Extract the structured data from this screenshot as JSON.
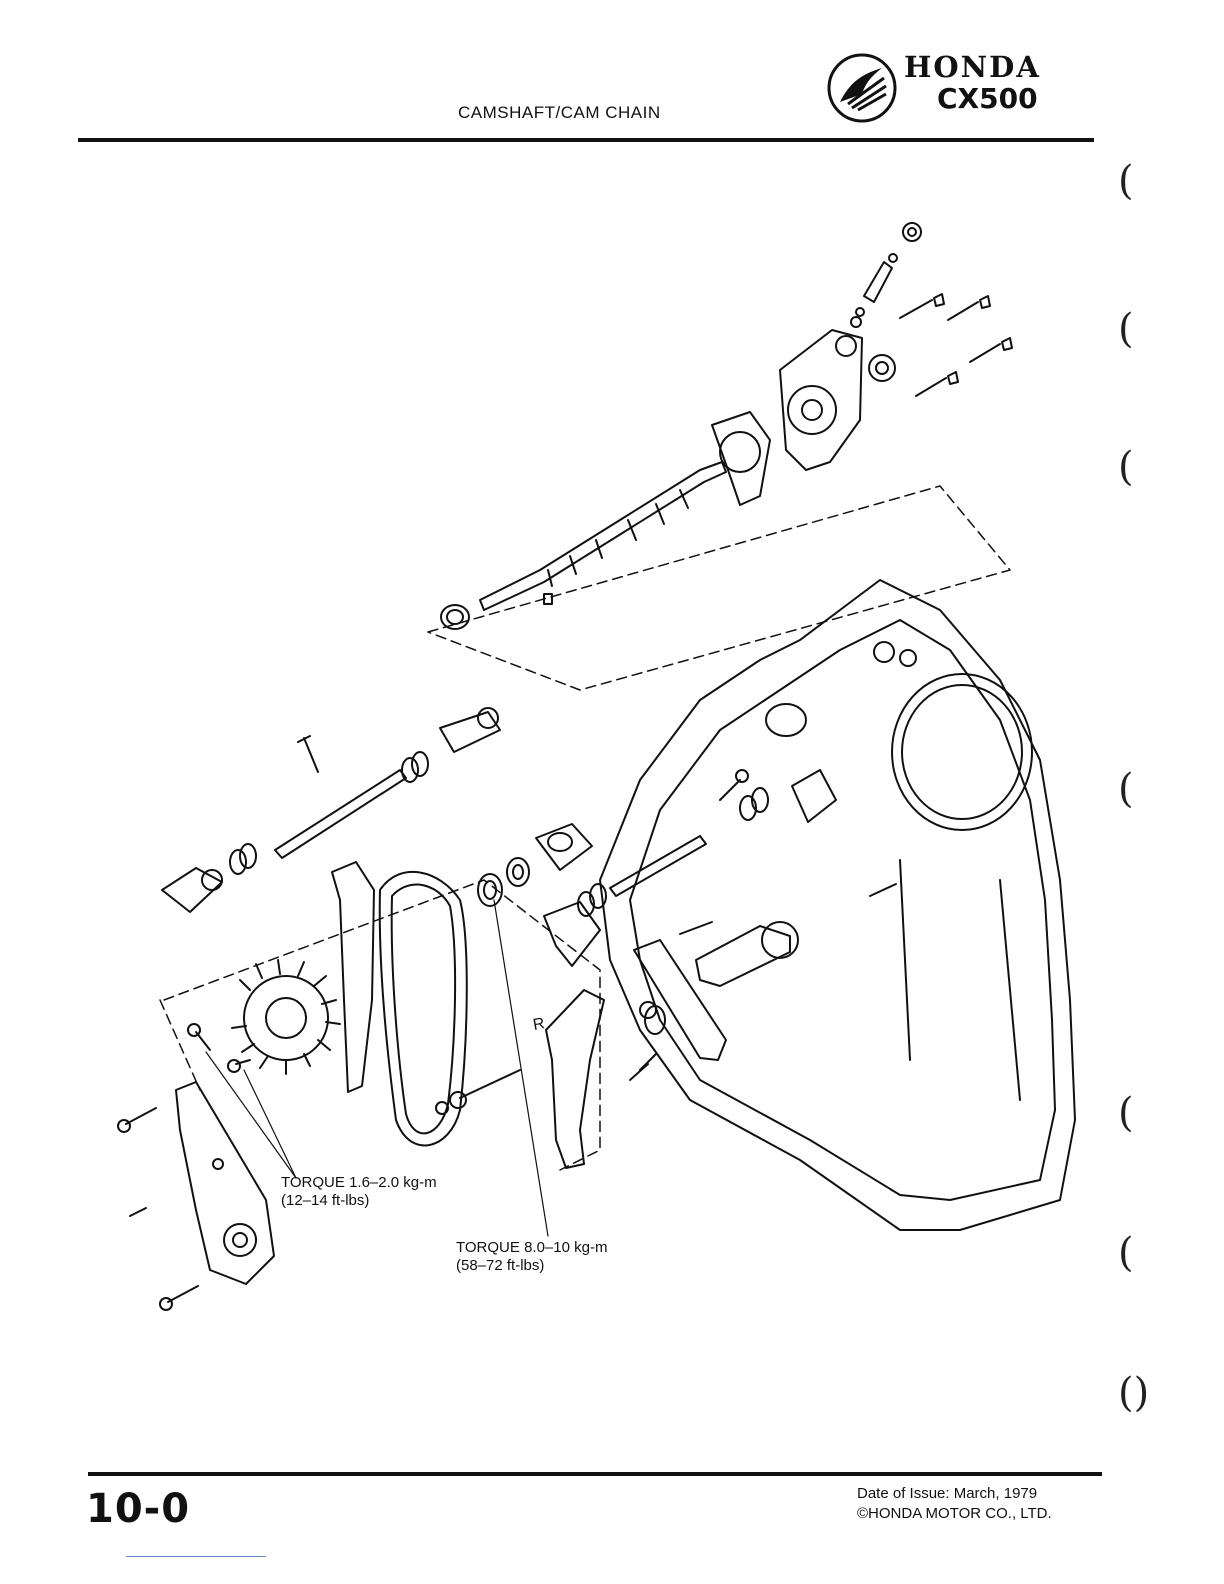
{
  "header": {
    "section_title": "CAMSHAFT/CAM CHAIN",
    "brand": "HONDA",
    "model": "CX500"
  },
  "diagram": {
    "torque_notes": [
      {
        "line1": "TORQUE 1.6–2.0 kg-m",
        "line2": "(12–14 ft-lbs)"
      },
      {
        "line1": "TORQUE 8.0–10 kg-m",
        "line2": "(58–72 ft-lbs)"
      }
    ],
    "part_mark": "R"
  },
  "footer": {
    "page_number": "10-0",
    "issue_date": "Date of Issue: March, 1979",
    "copyright": "©HONDA MOTOR CO., LTD."
  },
  "binder_marks": [
    "(",
    "(",
    "(",
    "(",
    "(",
    "(",
    "()"
  ]
}
